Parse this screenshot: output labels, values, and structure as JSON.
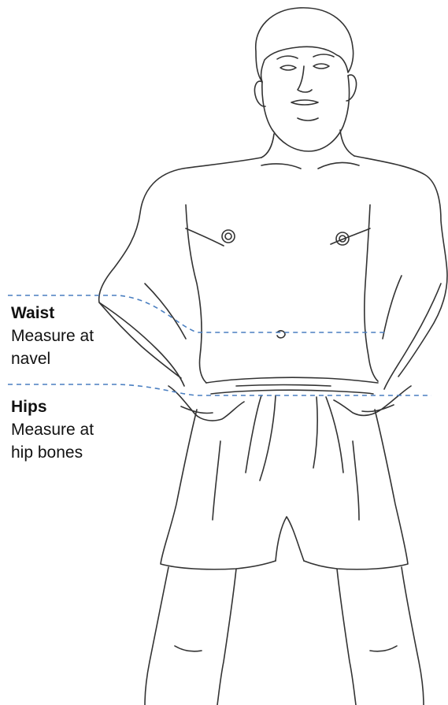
{
  "labels": {
    "waist": {
      "title": "Waist",
      "line1": "Measure at",
      "line2": "navel"
    },
    "hips": {
      "title": "Hips",
      "line1": "Measure at",
      "line2": "hip bones"
    }
  },
  "colors": {
    "line": "#333333",
    "guide": "#4a7fc1",
    "background": "#ffffff"
  },
  "figure": {
    "subject": "standing man with hands on hips wearing shorts, measurement guide"
  }
}
